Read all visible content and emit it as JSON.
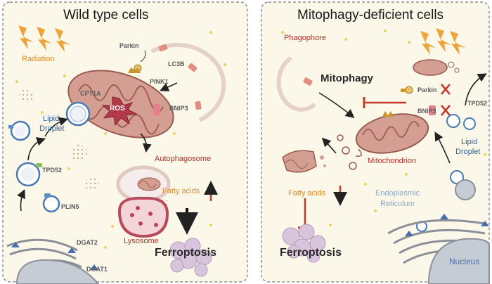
{
  "wild_type": {
    "title": "Wild type cells",
    "radiation": "Radiation",
    "parkin": "Parkin",
    "lc3b": "LC3B",
    "pink1": "PINK1",
    "cpt1a": "CPT1A",
    "ros": "ROS",
    "bnip3": "BNIP3",
    "lipid_droplet_1": "Lipid",
    "lipid_droplet_2": "Droplet",
    "autophagosome": "Autophagosome",
    "tpd52": "TPD52",
    "fatty_acids": "Fatty acids",
    "plin5": "PLIN5",
    "lysosome": "Lysosome",
    "dgat2": "DGAT2",
    "dgat1": "DGAT1",
    "ferroptosis": "Ferroptosis"
  },
  "mitophagy_deficient": {
    "title": "Mitophagy-deficient cells",
    "phagophore": "Phagophore",
    "mitophagy": "Mitophagy",
    "parkin": "Parkin",
    "bnip3": "BNIP3",
    "tpd52": "TPD52",
    "lipid_droplet_1": "Lipid",
    "lipid_droplet_2": "Droplet",
    "mitochondrion": "Mitochondrion",
    "fatty_acids": "Fatty acids",
    "er_1": "Endoplasmic",
    "er_2": "Reticulum",
    "ferroptosis": "Ferroptosis",
    "nucleus": "Nucleus"
  },
  "colors": {
    "panel_bg": "#fbf7e9",
    "mito": "#d49e92",
    "mito_dark": "#9a5a50",
    "red_arrow": "#c0392b",
    "bolt": "#f0a33a",
    "ferroptosis_cells": "#d8c4dc",
    "nucleus": "#c6ccd3"
  }
}
